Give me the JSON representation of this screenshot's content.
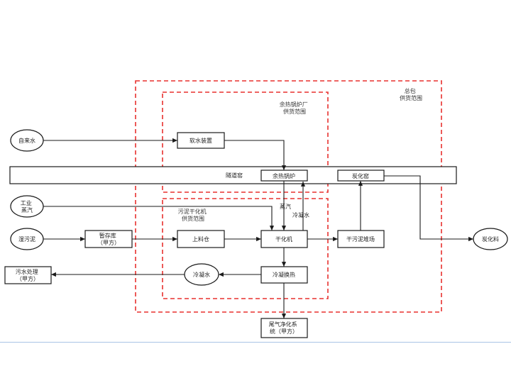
{
  "colors": {
    "stroke": "#1a1a1a",
    "scope_border": "#e8312f",
    "background": "#ffffff",
    "divider": "#a9c4e6"
  },
  "scopes": {
    "general": [
      "总包",
      "供货范围"
    ],
    "boiler": [
      "余热锅炉厂",
      "供货范围"
    ],
    "dryer": [
      "污泥干化机",
      "供货范围"
    ]
  },
  "nodes": {
    "tap_water": "自来水",
    "industrial_steam": [
      "工业",
      "蒸汽"
    ],
    "wet_sludge": "湿污泥",
    "temp_storage": [
      "暂存库",
      "（甲方）"
    ],
    "sewage_treatment": [
      "污水处理",
      "（甲方）"
    ],
    "char": "炭化料",
    "water_softener": "软水装置",
    "tunnel_kiln": "隧道窑",
    "waste_heat_boiler": "余热锅炉",
    "carbonization_kiln": "炭化窑",
    "feed_bin": "上料仓",
    "dryer": "干化机",
    "dry_sludge_yard": "干污泥堆场",
    "condensate": "冷凝水",
    "condense_exchange": "冷凝换热",
    "exhaust_purify": [
      "尾气净化系",
      "统（甲方）"
    ]
  },
  "flow_labels": {
    "steam": "蒸汽",
    "condensate_water": "冷凝水"
  }
}
